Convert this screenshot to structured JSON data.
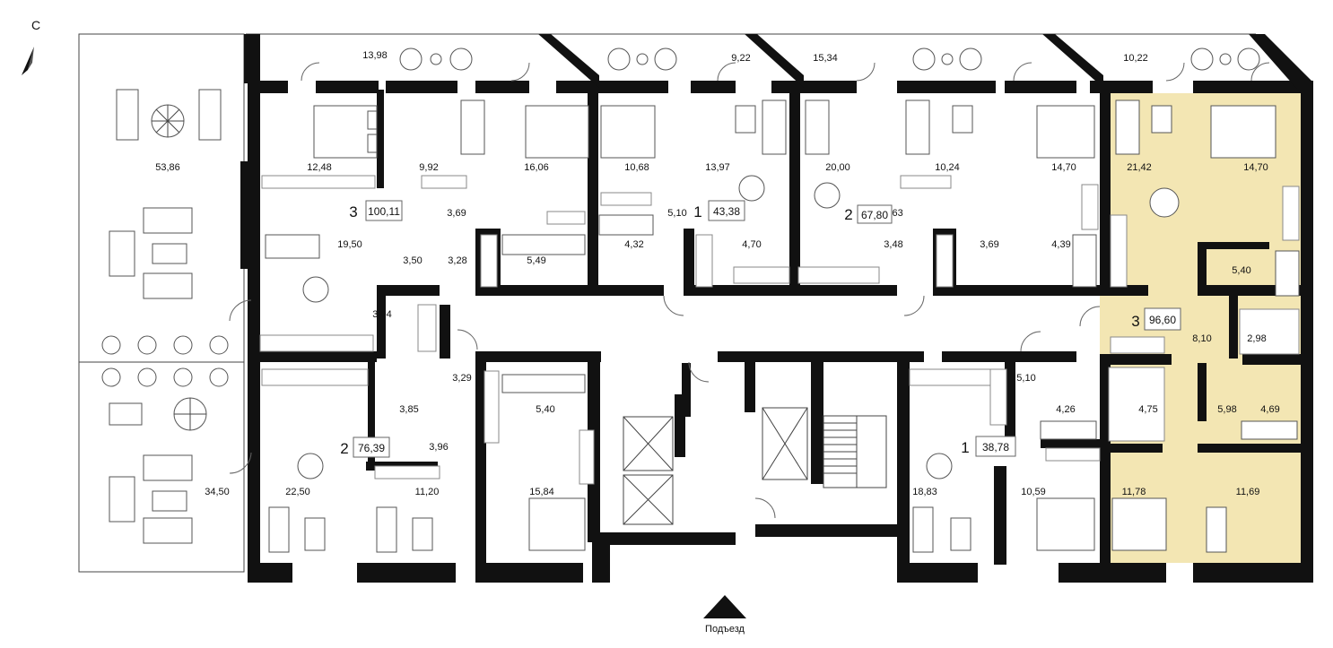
{
  "compass": {
    "label": "С"
  },
  "entrance": {
    "label": "Подъезд"
  },
  "highlight_color": "#f3e6b3",
  "wall_color": "#111111",
  "apartments": [
    {
      "rooms": "3",
      "area": "100,11"
    },
    {
      "rooms": "1",
      "area": "43,38"
    },
    {
      "rooms": "2",
      "area": "67,80"
    },
    {
      "rooms": "3",
      "area": "96,60",
      "highlighted": true
    },
    {
      "rooms": "2",
      "area": "76,39"
    },
    {
      "rooms": "1",
      "area": "38,78"
    }
  ],
  "room_areas": [
    "13,98",
    "9,22",
    "15,34",
    "10,22",
    "53,86",
    "12,48",
    "9,92",
    "16,06",
    "10,68",
    "13,97",
    "20,00",
    "10,24",
    "14,70",
    "21,42",
    "14,70",
    "3,69",
    "5,10",
    "3,63",
    "19,50",
    "3,50",
    "3,28",
    "5,49",
    "4,32",
    "4,70",
    "3,48",
    "3,69",
    "4,39",
    "5,40",
    "3,04",
    "8,10",
    "2,98",
    "3,29",
    "3,85",
    "5,40",
    "5,10",
    "4,26",
    "4,75",
    "5,98",
    "4,69",
    "3,96",
    "34,50",
    "22,50",
    "11,20",
    "15,84",
    "18,83",
    "10,59",
    "11,78",
    "11,69"
  ]
}
